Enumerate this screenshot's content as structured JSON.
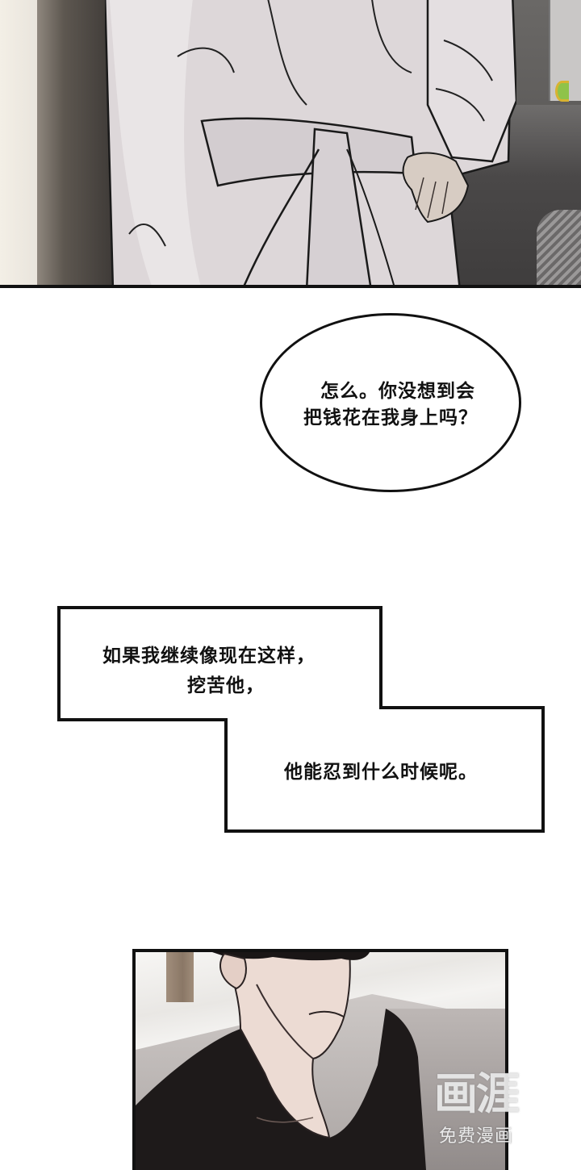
{
  "page": {
    "type": "manga-webtoon-strip",
    "background": "#ffffff"
  },
  "panels": [
    {
      "id": "panel-1",
      "description": "Close-up of a figure in a white bathrobe, hand resting on hip, kitchen counter behind",
      "colors": {
        "robe": "#d9d3d5",
        "counter": "#4a4848",
        "wall": "#efebe3",
        "door": "#5d5750"
      }
    },
    {
      "id": "panel-3",
      "description": "Young man with dark hair in black t-shirt, lower face and neck visible, sitting on grey sofa",
      "colors": {
        "shirt": "#1e1a1a",
        "skin": "#ecd9d0",
        "sofa": "#b8b2b0"
      }
    }
  ],
  "speech_bubble": {
    "lines": [
      "怎么。你没想到会",
      "把钱花在我身上吗？"
    ]
  },
  "narration_box": {
    "upper_lines": [
      "如果我继续像现在这样，",
      "挖苦他，"
    ],
    "lower_lines": [
      "他能忍到什么时候呢。"
    ]
  },
  "watermark": {
    "logo": "画涯",
    "subtitle": "免费漫画"
  }
}
